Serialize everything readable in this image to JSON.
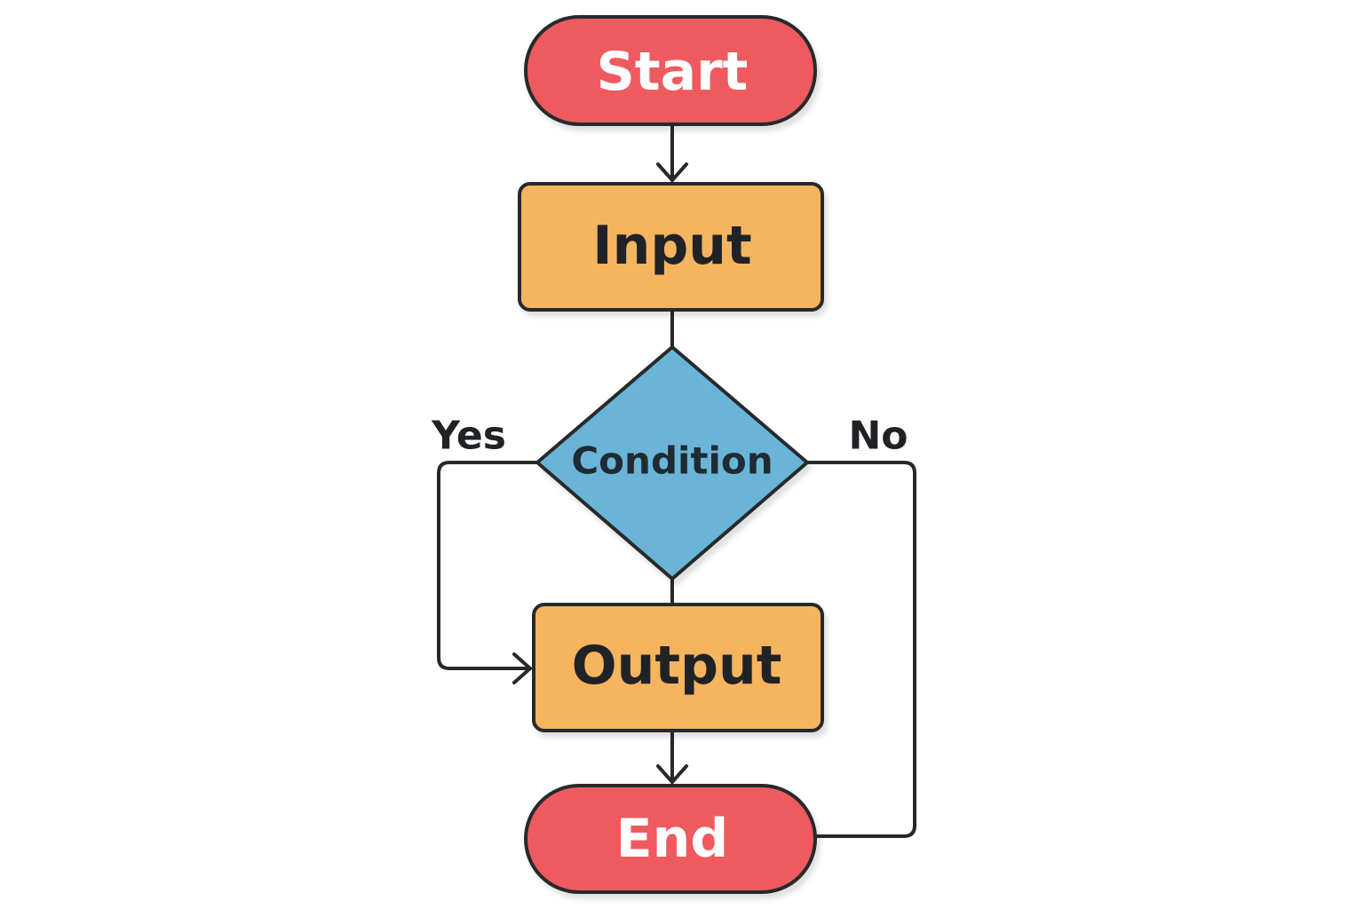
{
  "nodes": {
    "start": {
      "label": "Start",
      "shape": "terminator",
      "fill": "#ef5a5e",
      "text_color": "#ffffff"
    },
    "input": {
      "label": "Input",
      "shape": "process",
      "fill": "#f6b45f",
      "text_color": "#1f2326"
    },
    "condition": {
      "label": "Condition",
      "shape": "decision",
      "fill": "#6ab4d8",
      "text_color": "#1f2a33"
    },
    "output": {
      "label": "Output",
      "shape": "process",
      "fill": "#f6b45f",
      "text_color": "#1f2326"
    },
    "end": {
      "label": "End",
      "shape": "terminator",
      "fill": "#ef5a5e",
      "text_color": "#ffffff"
    }
  },
  "edges": {
    "yes": {
      "label": "Yes",
      "from": "Condition",
      "to": "Output"
    },
    "no": {
      "label": "No",
      "from": "Condition",
      "to": "End"
    }
  },
  "colors": {
    "stroke": "#25292c",
    "shadow": "#d9d9d9",
    "background": "#ffffff"
  }
}
